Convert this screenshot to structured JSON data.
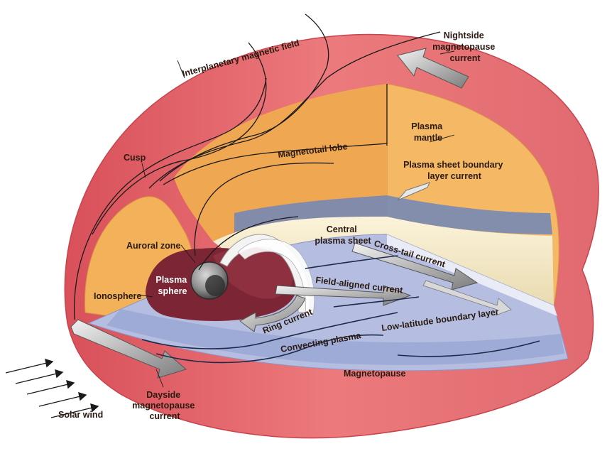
{
  "labels": {
    "nightside_current": [
      "Nightside",
      "magnetopause",
      "current"
    ],
    "interplanetary_field": "Interplanetary magnetic field",
    "plasma_mantle": [
      "Plasma",
      "mantle"
    ],
    "magnetotail_lobe": "Magnetotail lobe",
    "cusp": "Cusp",
    "psbl_current": [
      "Plasma sheet boundary",
      "layer current"
    ],
    "central_plasma_sheet": [
      "Central",
      "plasma sheet"
    ],
    "auroral_zone": "Auroral zone",
    "plasma_sphere": [
      "Plasma",
      "sphere"
    ],
    "ionosphere": "Ionosphere",
    "cross_tail_current": "Cross-tail current",
    "field_aligned_current": "Field-aligned current",
    "ring_current": "Ring current",
    "low_latitude_boundary_layer": "Low-latitude boundary layer",
    "convecting_plasma": "Convecting plasma",
    "magnetopause": "Magnetopause",
    "dayside_current": [
      "Dayside",
      "magnetopause",
      "current"
    ],
    "solar_wind": "Solar wind"
  },
  "colors": {
    "magnetopause_outer": "#e96a6e",
    "magnetopause_edge": "#c8434c",
    "lobe_orange": "#f3b15a",
    "plasma_sheet_cream": "#f6e9c4",
    "plasma_sheet_blue": "#6e86b8",
    "floor_lavender": "#b5bee0",
    "plasmasphere_maroon": "#7c2635",
    "earth_gray": "#8c8c8c",
    "arrow_gray": "#a0a0a0"
  }
}
